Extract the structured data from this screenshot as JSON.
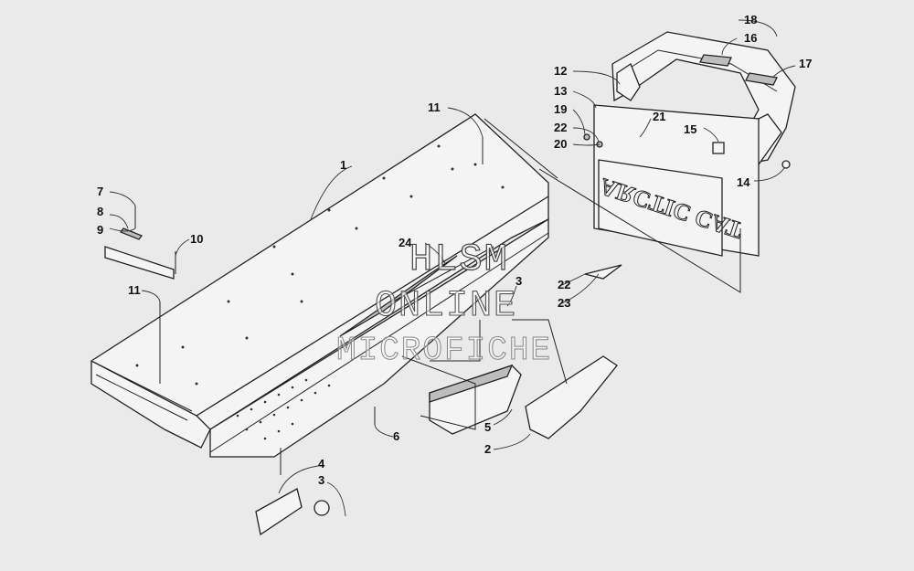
{
  "watermark": {
    "line1": "HLSM",
    "line2": "ONLINE",
    "line3": "MICROFICHE"
  },
  "decal_text": "ARCTIC CAT",
  "callouts": {
    "c1": "1",
    "c2": "2",
    "c3a": "3",
    "c3b": "3",
    "c4": "4",
    "c5": "5",
    "c6": "6",
    "c7": "7",
    "c8": "8",
    "c9": "9",
    "c10": "10",
    "c11a": "11",
    "c11b": "11",
    "c12": "12",
    "c13": "13",
    "c14": "14",
    "c15": "15",
    "c16": "16",
    "c17": "17",
    "c18": "18",
    "c19": "19",
    "c20": "20",
    "c21": "21",
    "c22a": "22",
    "c22b": "22",
    "c23": "23",
    "c24": "24"
  }
}
